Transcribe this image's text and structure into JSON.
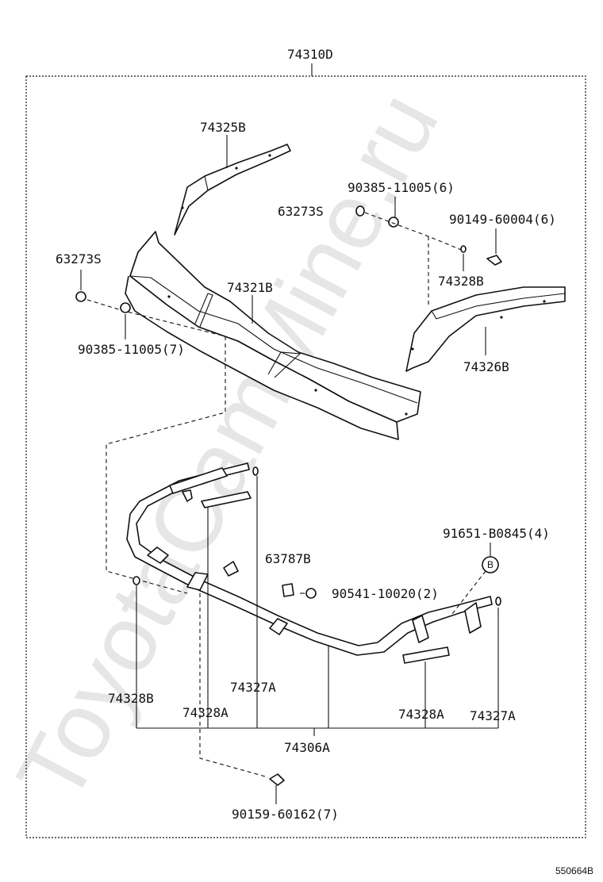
{
  "diagram": {
    "assembly_label": "74310D",
    "watermark": "ToyotaCamMine.ru",
    "ref_code": "550664B",
    "callout_symbol": "B",
    "labels": {
      "p74325B": "74325B",
      "p90385_6": "90385-11005(6)",
      "p63273S_top": "63273S",
      "p90149": "90149-60004(6)",
      "p63273S_left": "63273S",
      "p74328B_top": "74328B",
      "p74321B": "74321B",
      "p90385_7": "90385-11005(7)",
      "p74326B": "74326B",
      "p91651": "91651-B0845(4)",
      "p63787B": "63787B",
      "p90541": "90541-10020(2)",
      "p74327A_mid": "74327A",
      "p74328B_bottom": "74328B",
      "p74328A_left": "74328A",
      "p74328A_right": "74328A",
      "p74327A_right": "74327A",
      "p74306A": "74306A",
      "p90159": "90159-60162(7)"
    }
  }
}
